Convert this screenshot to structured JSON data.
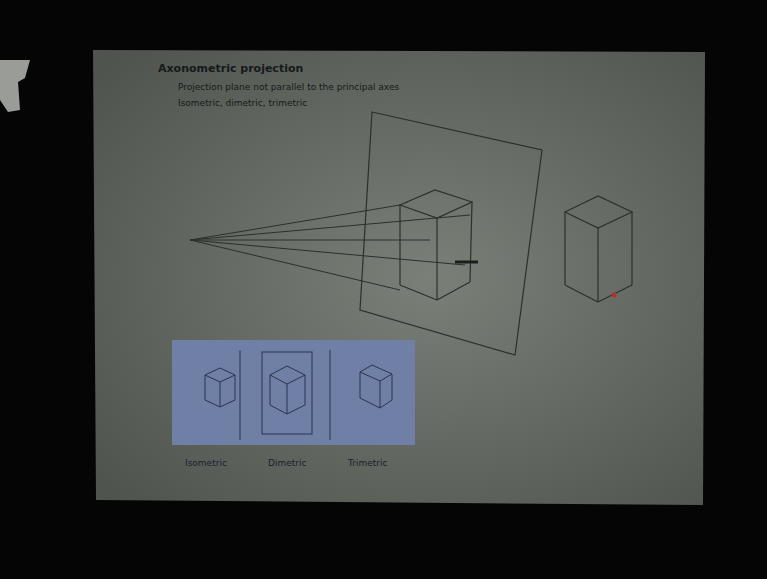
{
  "diagram": {
    "title": "Axonometric projection",
    "labels": [
      "Projection plane not parallel to the principal axes",
      "Isometric, dimetric, trimetric",
      "Isometric",
      "Dimetric",
      "Trimetric"
    ]
  }
}
